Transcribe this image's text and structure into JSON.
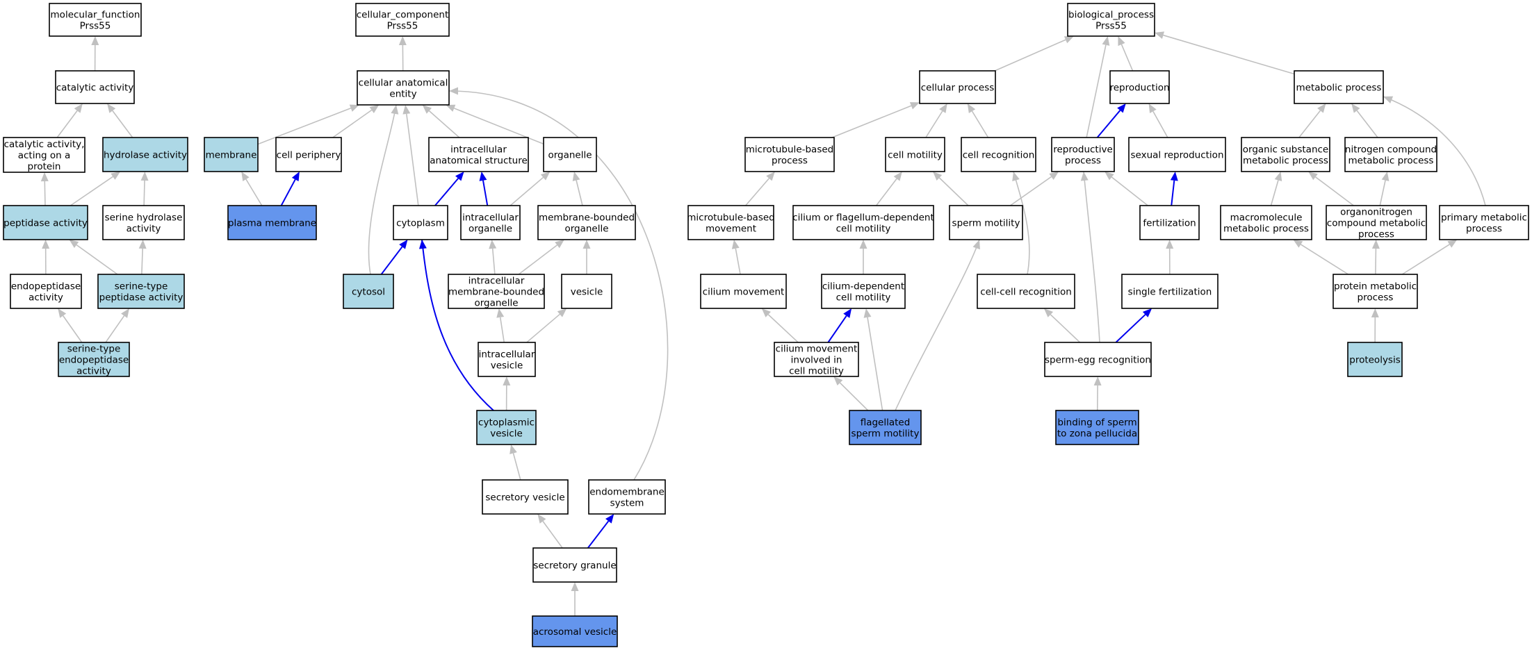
{
  "colors": {
    "plain": "#ffffff",
    "light": "#add8e6",
    "strong": "#6495ed",
    "edge_grey": "#c0c0c0",
    "edge_blue": "#0000ee"
  },
  "nodes": {
    "mf_root": {
      "lines": [
        "molecular_function",
        "Prss55"
      ],
      "fill": "plain"
    },
    "catalytic": {
      "lines": [
        "catalytic activity"
      ],
      "fill": "plain"
    },
    "catalytic_protein": {
      "lines": [
        "catalytic activity,",
        "acting on a",
        "protein"
      ],
      "fill": "plain"
    },
    "hydrolase": {
      "lines": [
        "hydrolase activity"
      ],
      "fill": "light"
    },
    "peptidase": {
      "lines": [
        "peptidase activity"
      ],
      "fill": "light"
    },
    "serine_hydrolase": {
      "lines": [
        "serine hydrolase",
        "activity"
      ],
      "fill": "plain"
    },
    "endopeptidase": {
      "lines": [
        "endopeptidase",
        "activity"
      ],
      "fill": "plain"
    },
    "serine_peptidase": {
      "lines": [
        "serine-type",
        "peptidase activity"
      ],
      "fill": "light"
    },
    "serine_endopeptidase": {
      "lines": [
        "serine-type",
        "endopeptidase",
        "activity"
      ],
      "fill": "light"
    },
    "cc_root": {
      "lines": [
        "cellular_component",
        "Prss55"
      ],
      "fill": "plain"
    },
    "cae": {
      "lines": [
        "cellular anatomical",
        "entity"
      ],
      "fill": "plain"
    },
    "membrane": {
      "lines": [
        "membrane"
      ],
      "fill": "light"
    },
    "cell_periphery": {
      "lines": [
        "cell periphery"
      ],
      "fill": "plain"
    },
    "plasma_membrane": {
      "lines": [
        "plasma membrane"
      ],
      "fill": "strong"
    },
    "ias": {
      "lines": [
        "intracellular",
        "anatomical structure"
      ],
      "fill": "plain"
    },
    "organelle": {
      "lines": [
        "organelle"
      ],
      "fill": "plain"
    },
    "cytoplasm": {
      "lines": [
        "cytoplasm"
      ],
      "fill": "plain"
    },
    "intra_organelle": {
      "lines": [
        "intracellular",
        "organelle"
      ],
      "fill": "plain"
    },
    "mbo": {
      "lines": [
        "membrane-bounded",
        "organelle"
      ],
      "fill": "plain"
    },
    "cytosol": {
      "lines": [
        "cytosol"
      ],
      "fill": "light"
    },
    "imbo": {
      "lines": [
        "intracellular",
        "membrane-bounded",
        "organelle"
      ],
      "fill": "plain"
    },
    "vesicle": {
      "lines": [
        "vesicle"
      ],
      "fill": "plain"
    },
    "intra_vesicle": {
      "lines": [
        "intracellular",
        "vesicle"
      ],
      "fill": "plain"
    },
    "cyto_vesicle": {
      "lines": [
        "cytoplasmic",
        "vesicle"
      ],
      "fill": "light"
    },
    "secretory_vesicle": {
      "lines": [
        "secretory vesicle"
      ],
      "fill": "plain"
    },
    "endomembrane": {
      "lines": [
        "endomembrane",
        "system"
      ],
      "fill": "plain"
    },
    "secretory_granule": {
      "lines": [
        "secretory granule"
      ],
      "fill": "plain"
    },
    "acrosomal": {
      "lines": [
        "acrosomal vesicle"
      ],
      "fill": "strong"
    },
    "bp_root": {
      "lines": [
        "biological_process",
        "Prss55"
      ],
      "fill": "plain"
    },
    "cellular_process": {
      "lines": [
        "cellular process"
      ],
      "fill": "plain"
    },
    "reproduction": {
      "lines": [
        "reproduction"
      ],
      "fill": "plain"
    },
    "metabolic": {
      "lines": [
        "metabolic process"
      ],
      "fill": "plain"
    },
    "mt_process": {
      "lines": [
        "microtubule-based",
        "process"
      ],
      "fill": "plain"
    },
    "cell_motility": {
      "lines": [
        "cell motility"
      ],
      "fill": "plain"
    },
    "cell_recognition": {
      "lines": [
        "cell recognition"
      ],
      "fill": "plain"
    },
    "reproductive_process": {
      "lines": [
        "reproductive",
        "process"
      ],
      "fill": "plain"
    },
    "sexual_repro": {
      "lines": [
        "sexual reproduction"
      ],
      "fill": "plain"
    },
    "organic_metab": {
      "lines": [
        "organic substance",
        "metabolic process"
      ],
      "fill": "plain"
    },
    "nitrogen_metab": {
      "lines": [
        "nitrogen compound",
        "metabolic process"
      ],
      "fill": "plain"
    },
    "mt_movement": {
      "lines": [
        "microtubule-based",
        "movement"
      ],
      "fill": "plain"
    },
    "cfd_motility": {
      "lines": [
        "cilium or flagellum-dependent",
        "cell motility"
      ],
      "fill": "plain"
    },
    "sperm_motility": {
      "lines": [
        "sperm motility"
      ],
      "fill": "plain"
    },
    "fertilization": {
      "lines": [
        "fertilization"
      ],
      "fill": "plain"
    },
    "macromolecule": {
      "lines": [
        "macromolecule",
        "metabolic process"
      ],
      "fill": "plain"
    },
    "organonitrogen": {
      "lines": [
        "organonitrogen",
        "compound metabolic",
        "process"
      ],
      "fill": "plain"
    },
    "primary_metab": {
      "lines": [
        "primary metabolic",
        "process"
      ],
      "fill": "plain"
    },
    "cilium_movement": {
      "lines": [
        "cilium movement"
      ],
      "fill": "plain"
    },
    "cd_motility": {
      "lines": [
        "cilium-dependent",
        "cell motility"
      ],
      "fill": "plain"
    },
    "cc_recognition": {
      "lines": [
        "cell-cell recognition"
      ],
      "fill": "plain"
    },
    "single_fert": {
      "lines": [
        "single fertilization"
      ],
      "fill": "plain"
    },
    "protein_metab": {
      "lines": [
        "protein metabolic",
        "process"
      ],
      "fill": "plain"
    },
    "cm_involved": {
      "lines": [
        "cilium movement",
        "involved in",
        "cell motility"
      ],
      "fill": "plain"
    },
    "sperm_egg": {
      "lines": [
        "sperm-egg recognition"
      ],
      "fill": "plain"
    },
    "proteolysis": {
      "lines": [
        "proteolysis"
      ],
      "fill": "light"
    },
    "flagellated": {
      "lines": [
        "flagellated",
        "sperm motility"
      ],
      "fill": "strong"
    },
    "binding_zona": {
      "lines": [
        "binding of sperm",
        "to zona pellucida"
      ],
      "fill": "strong"
    }
  },
  "edges": [
    {
      "from": "catalytic",
      "to": "mf_root",
      "kind": "grey"
    },
    {
      "from": "catalytic_protein",
      "to": "catalytic",
      "kind": "grey"
    },
    {
      "from": "hydrolase",
      "to": "catalytic",
      "kind": "grey"
    },
    {
      "from": "peptidase",
      "to": "catalytic_protein",
      "kind": "grey"
    },
    {
      "from": "peptidase",
      "to": "hydrolase",
      "kind": "grey"
    },
    {
      "from": "serine_hydrolase",
      "to": "hydrolase",
      "kind": "grey"
    },
    {
      "from": "endopeptidase",
      "to": "peptidase",
      "kind": "grey"
    },
    {
      "from": "serine_peptidase",
      "to": "peptidase",
      "kind": "grey"
    },
    {
      "from": "serine_peptidase",
      "to": "serine_hydrolase",
      "kind": "grey"
    },
    {
      "from": "serine_endopeptidase",
      "to": "endopeptidase",
      "kind": "grey"
    },
    {
      "from": "serine_endopeptidase",
      "to": "serine_peptidase",
      "kind": "grey"
    },
    {
      "from": "cae",
      "to": "cc_root",
      "kind": "grey"
    },
    {
      "from": "membrane",
      "to": "cae",
      "kind": "grey"
    },
    {
      "from": "cell_periphery",
      "to": "cae",
      "kind": "grey"
    },
    {
      "from": "ias",
      "to": "cae",
      "kind": "grey"
    },
    {
      "from": "organelle",
      "to": "cae",
      "kind": "grey"
    },
    {
      "from": "plasma_membrane",
      "to": "membrane",
      "kind": "grey"
    },
    {
      "from": "plasma_membrane",
      "to": "cell_periphery",
      "kind": "blue"
    },
    {
      "from": "cytoplasm",
      "to": "ias",
      "kind": "blue"
    },
    {
      "from": "cytoplasm",
      "to": "cae",
      "kind": "grey"
    },
    {
      "from": "intra_organelle",
      "to": "ias",
      "kind": "blue"
    },
    {
      "from": "intra_organelle",
      "to": "organelle",
      "kind": "grey"
    },
    {
      "from": "mbo",
      "to": "organelle",
      "kind": "grey"
    },
    {
      "from": "cytosol",
      "to": "cytoplasm",
      "kind": "blue"
    },
    {
      "from": "cytosol",
      "to": "cae",
      "kind": "grey"
    },
    {
      "from": "imbo",
      "to": "intra_organelle",
      "kind": "grey"
    },
    {
      "from": "imbo",
      "to": "mbo",
      "kind": "grey"
    },
    {
      "from": "vesicle",
      "to": "mbo",
      "kind": "grey"
    },
    {
      "from": "intra_vesicle",
      "to": "imbo",
      "kind": "grey"
    },
    {
      "from": "intra_vesicle",
      "to": "vesicle",
      "kind": "grey"
    },
    {
      "from": "cyto_vesicle",
      "to": "intra_vesicle",
      "kind": "grey"
    },
    {
      "from": "cyto_vesicle",
      "to": "cytoplasm",
      "kind": "blue"
    },
    {
      "from": "secretory_vesicle",
      "to": "cyto_vesicle",
      "kind": "grey"
    },
    {
      "from": "endomembrane",
      "to": "cae",
      "kind": "grey"
    },
    {
      "from": "secretory_granule",
      "to": "secretory_vesicle",
      "kind": "grey"
    },
    {
      "from": "secretory_granule",
      "to": "endomembrane",
      "kind": "blue"
    },
    {
      "from": "acrosomal",
      "to": "secretory_granule",
      "kind": "grey"
    },
    {
      "from": "cellular_process",
      "to": "bp_root",
      "kind": "grey"
    },
    {
      "from": "reproduction",
      "to": "bp_root",
      "kind": "grey"
    },
    {
      "from": "metabolic",
      "to": "bp_root",
      "kind": "grey"
    },
    {
      "from": "mt_process",
      "to": "cellular_process",
      "kind": "grey"
    },
    {
      "from": "cell_motility",
      "to": "cellular_process",
      "kind": "grey"
    },
    {
      "from": "cell_recognition",
      "to": "cellular_process",
      "kind": "grey"
    },
    {
      "from": "reproductive_process",
      "to": "reproduction",
      "kind": "blue"
    },
    {
      "from": "reproductive_process",
      "to": "bp_root",
      "kind": "grey"
    },
    {
      "from": "sexual_repro",
      "to": "reproduction",
      "kind": "grey"
    },
    {
      "from": "organic_metab",
      "to": "metabolic",
      "kind": "grey"
    },
    {
      "from": "nitrogen_metab",
      "to": "metabolic",
      "kind": "grey"
    },
    {
      "from": "mt_movement",
      "to": "mt_process",
      "kind": "grey"
    },
    {
      "from": "cfd_motility",
      "to": "cell_motility",
      "kind": "grey"
    },
    {
      "from": "sperm_motility",
      "to": "cell_motility",
      "kind": "grey"
    },
    {
      "from": "sperm_motility",
      "to": "reproductive_process",
      "kind": "grey"
    },
    {
      "from": "fertilization",
      "to": "reproductive_process",
      "kind": "grey"
    },
    {
      "from": "fertilization",
      "to": "sexual_repro",
      "kind": "blue"
    },
    {
      "from": "macromolecule",
      "to": "organic_metab",
      "kind": "grey"
    },
    {
      "from": "organonitrogen",
      "to": "organic_metab",
      "kind": "grey"
    },
    {
      "from": "organonitrogen",
      "to": "nitrogen_metab",
      "kind": "grey"
    },
    {
      "from": "primary_metab",
      "to": "metabolic",
      "kind": "grey"
    },
    {
      "from": "cilium_movement",
      "to": "mt_movement",
      "kind": "grey"
    },
    {
      "from": "cd_motility",
      "to": "cfd_motility",
      "kind": "grey"
    },
    {
      "from": "cc_recognition",
      "to": "cell_recognition",
      "kind": "grey"
    },
    {
      "from": "single_fert",
      "to": "fertilization",
      "kind": "grey"
    },
    {
      "from": "protein_metab",
      "to": "macromolecule",
      "kind": "grey"
    },
    {
      "from": "protein_metab",
      "to": "organonitrogen",
      "kind": "grey"
    },
    {
      "from": "protein_metab",
      "to": "primary_metab",
      "kind": "grey"
    },
    {
      "from": "cm_involved",
      "to": "cilium_movement",
      "kind": "grey"
    },
    {
      "from": "cm_involved",
      "to": "cd_motility",
      "kind": "blue"
    },
    {
      "from": "sperm_egg",
      "to": "cc_recognition",
      "kind": "grey"
    },
    {
      "from": "sperm_egg",
      "to": "single_fert",
      "kind": "blue"
    },
    {
      "from": "sperm_egg",
      "to": "reproductive_process",
      "kind": "grey"
    },
    {
      "from": "proteolysis",
      "to": "protein_metab",
      "kind": "grey"
    },
    {
      "from": "flagellated",
      "to": "cm_involved",
      "kind": "grey"
    },
    {
      "from": "flagellated",
      "to": "cd_motility",
      "kind": "grey"
    },
    {
      "from": "flagellated",
      "to": "sperm_motility",
      "kind": "grey"
    },
    {
      "from": "binding_zona",
      "to": "sperm_egg",
      "kind": "grey"
    }
  ]
}
